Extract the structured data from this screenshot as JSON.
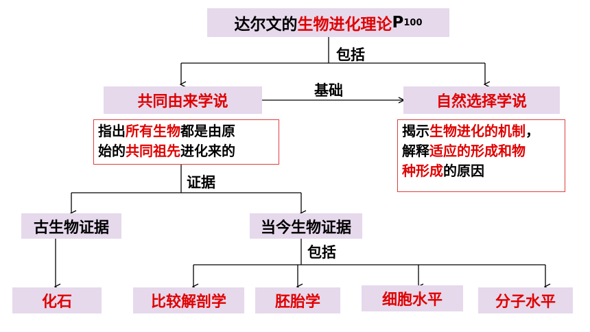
{
  "root": {
    "title_prefix": "达尔文的",
    "title_highlight": "生物进化理论",
    "title_suffix": "P",
    "title_sub": "100"
  },
  "labels": {
    "includes_1": "包括",
    "basis": "基础",
    "evidence": "证据",
    "includes_2": "包括"
  },
  "common_descent": {
    "title": "共同由来学说",
    "note_line1_a": "指出",
    "note_line1_b": "所有生物",
    "note_line1_c": "都是由原",
    "note_line2_a": "始的",
    "note_line2_b": "共同祖先",
    "note_line2_c": "进化来的"
  },
  "natural_selection": {
    "title": "自然选择学说",
    "note_line1_a": "揭示",
    "note_line1_b": "生物进化的机制",
    "note_line1_c": "，",
    "note_line2_a": "解释",
    "note_line2_b": "适应的形成和物",
    "note_line3_a": "种形成",
    "note_line3_b": "的原因"
  },
  "evidence": {
    "fossil_group": "古生物证据",
    "modern_group": "当今生物证据",
    "fossil": "化石",
    "comparative_anatomy": "比较解剖学",
    "embryology": "胚胎学",
    "cell_level": "细胞水平",
    "molecular_level": "分子水平"
  },
  "colors": {
    "box_fill": "#e6d9ec",
    "highlight": "#e00000",
    "note_border": "#e03c3c"
  }
}
